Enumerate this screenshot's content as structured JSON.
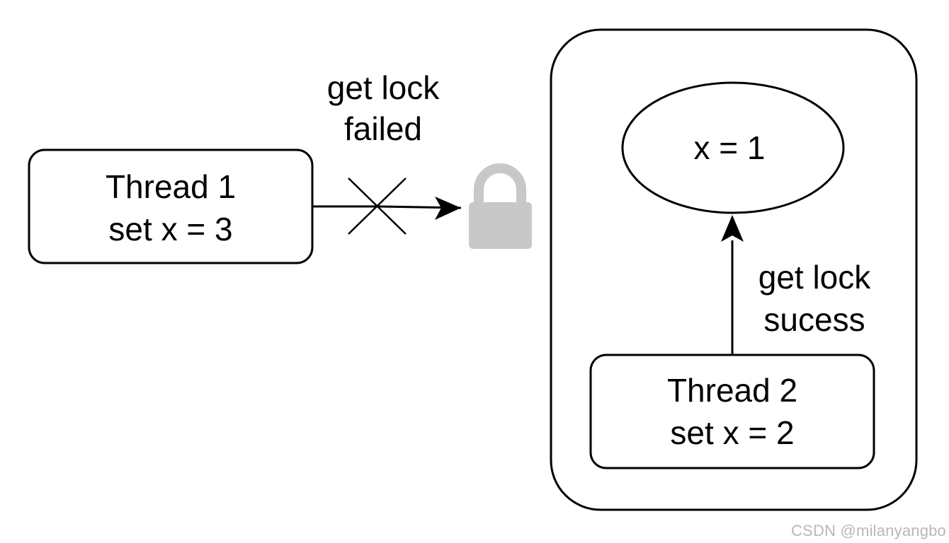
{
  "thread1": {
    "line1": "Thread 1",
    "line2": "set x = 3"
  },
  "failed_label": {
    "line1": "get lock",
    "line2": "failed"
  },
  "lock_icon": {
    "icon": "lock-icon",
    "color": "#c8c8c8"
  },
  "variable": {
    "text": "x = 1"
  },
  "success_label": {
    "line1": "get lock",
    "line2": "sucess"
  },
  "thread2": {
    "line1": "Thread 2",
    "line2": "set x = 2"
  },
  "watermark": "CSDN @milanyangbo"
}
